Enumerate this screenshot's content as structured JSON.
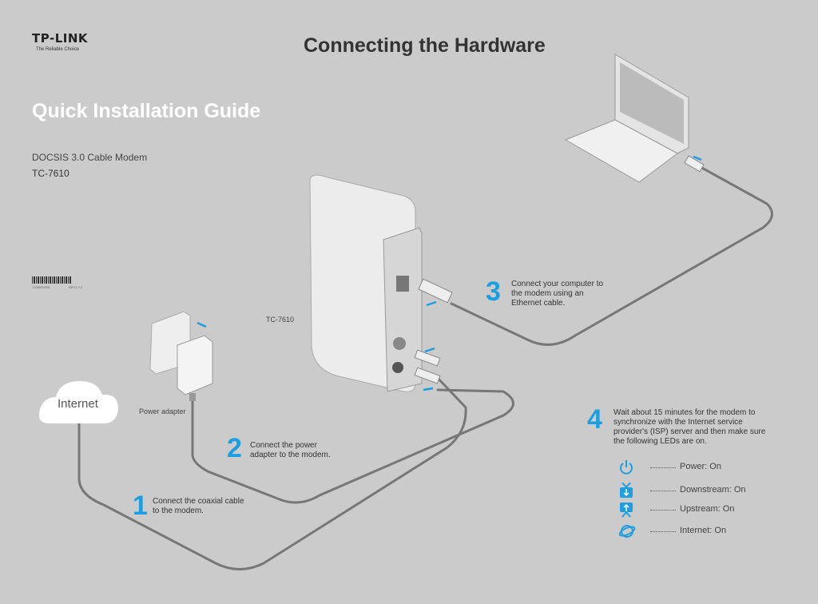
{
  "brand": {
    "logo": "TP-LINK",
    "tagline": "The Reliable Choice"
  },
  "header": {
    "title": "Connecting the Hardware"
  },
  "cover": {
    "title": "Quick Installation Guide",
    "subtitle": "DOCSIS 3.0 Cable Modem",
    "model": "TC-7610",
    "barcode_number": "7106505005",
    "revision": "REV1.0.2"
  },
  "diagram": {
    "device_label": "TC-7610",
    "cloud_label": "Internet",
    "adapter_label": "Power adapter",
    "accent_color": "#1d9ee0"
  },
  "steps": [
    {
      "number": "1",
      "text": "Connect the coaxial cable to the modem."
    },
    {
      "number": "2",
      "text": "Connect the power adapter to the modem."
    },
    {
      "number": "3",
      "text": "Connect your computer to the modem using an Ethernet cable."
    },
    {
      "number": "4",
      "text": "Wait about 15 minutes for the modem to synchronize with the Internet service provider's (ISP) server and then make sure the following LEDs are on."
    }
  ],
  "leds": [
    {
      "icon": "power-icon",
      "label": "Power: On"
    },
    {
      "icon": "downstream-icon",
      "label": "Downstream: On"
    },
    {
      "icon": "upstream-icon",
      "label": "Upstream: On"
    },
    {
      "icon": "internet-icon",
      "label": "Internet: On"
    }
  ]
}
